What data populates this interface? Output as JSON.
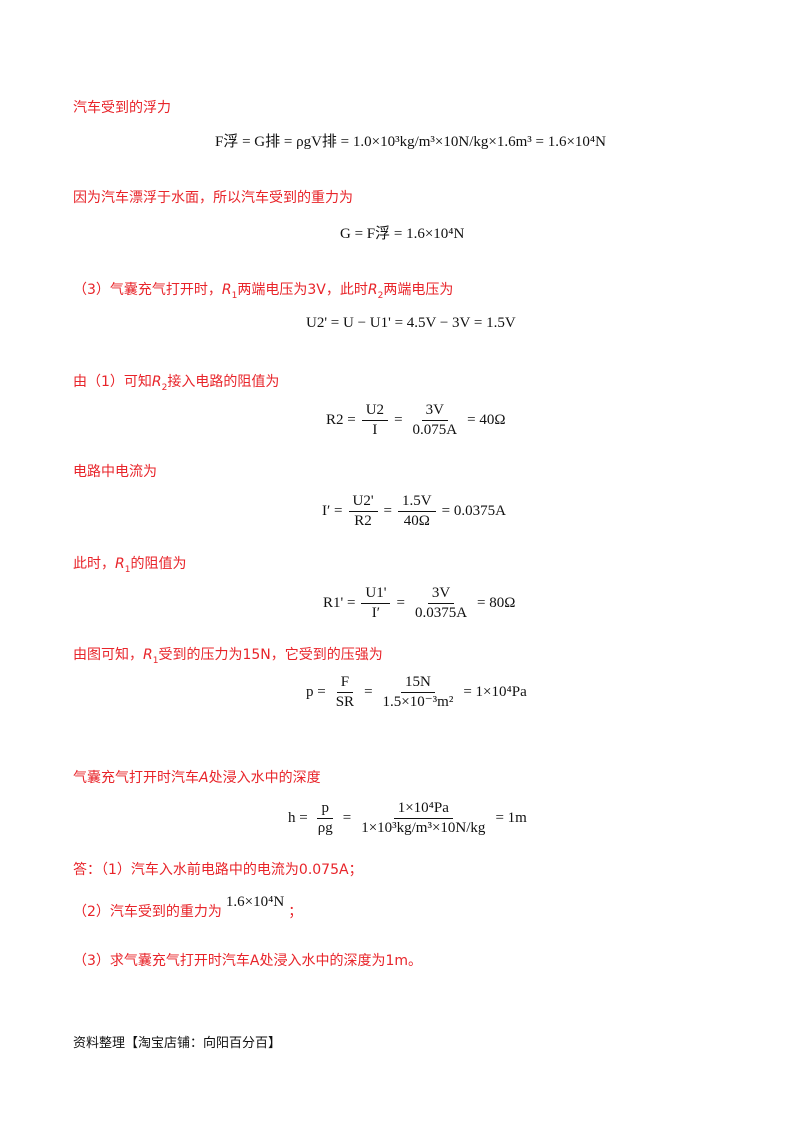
{
  "lines": {
    "t1": "汽车受到的浮力",
    "eq1": "F浮 = G排 = ρgV排 = 1.0×10³kg/m³×10N/kg×1.6m³ = 1.6×10⁴N",
    "t2": "因为汽车漂浮于水面，所以汽车受到的重力为",
    "eq2": "G = F浮 = 1.6×10⁴N",
    "t3a": "（3）气囊充气打开时，",
    "t3r1": "R",
    "t3s1": "1",
    "t3b": "两端电压为3V，此时",
    "t3r2": "R",
    "t3s2": "2",
    "t3c": "两端电压为",
    "eq3": "U2' = U − U1' = 4.5V − 3V = 1.5V",
    "t4a": "由（1）可知",
    "t4r": "R",
    "t4s": "2",
    "t4b": "接入电路的阻值为",
    "eq4_lhs": "R2 =",
    "eq4_n1": "U2",
    "eq4_d1": "I",
    "eq4_n2": "3V",
    "eq4_d2": "0.075A",
    "eq4_rhs": "= 40Ω",
    "t5": "电路中电流为",
    "eq5_lhs": "I′ =",
    "eq5_n1": "U2'",
    "eq5_d1": "R2",
    "eq5_n2": "1.5V",
    "eq5_d2": "40Ω",
    "eq5_rhs": "= 0.0375A",
    "t6a": "此时，",
    "t6r": "R",
    "t6s": "1",
    "t6b": "的阻值为",
    "eq6_lhs": "R1' =",
    "eq6_n1": "U1'",
    "eq6_d1": "I′",
    "eq6_n2": "3V",
    "eq6_d2": "0.0375A",
    "eq6_rhs": "= 80Ω",
    "t7a": "由图可知，",
    "t7r": "R",
    "t7s": "1",
    "t7b": "受到的压力为15N，它受到的压强为",
    "eq7_lhs": "p =",
    "eq7_n1": "F",
    "eq7_d1": "SR",
    "eq7_n2": "15N",
    "eq7_d2": "1.5×10⁻³m²",
    "eq7_rhs": "= 1×10⁴Pa",
    "t8a": "气囊充气打开时汽车",
    "t8v": "A",
    "t8b": "处浸入水中的深度",
    "eq8_lhs": "h =",
    "eq8_n1": "p",
    "eq8_d1": "ρg",
    "eq8_n2": "1×10⁴Pa",
    "eq8_d2": "1×10³kg/m³×10N/kg",
    "eq8_rhs": "= 1m",
    "ans1": "答：（1）汽车入水前电路中的电流为0.075A；",
    "ans2a": "（2）汽车受到的重力为",
    "ans2v": "1.6×10⁴N",
    "ans2b": "；",
    "ans3": "（3）求气囊充气打开时汽车A处浸入水中的深度为1m。"
  },
  "footer": "资料整理【淘宝店铺：向阳百分百】"
}
